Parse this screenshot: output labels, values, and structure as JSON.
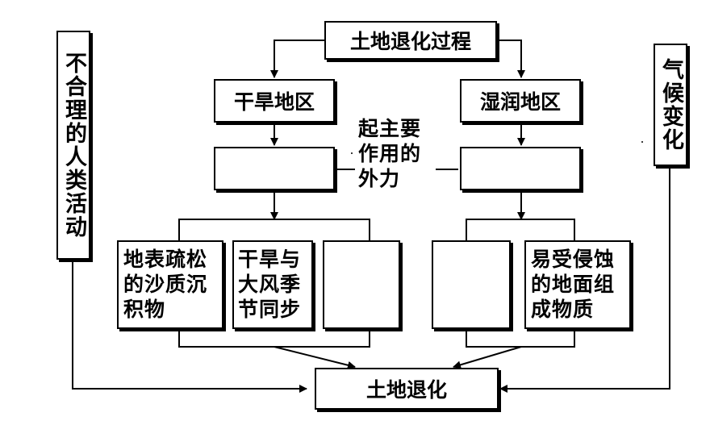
{
  "title": "土地退化过程",
  "regions": {
    "dry": "干旱地区",
    "humid": "湿润地区"
  },
  "blank_dry": "",
  "blank_humid": "",
  "force_label": "起主要\n作用的\n外力",
  "left_factor": "不合理的人类活动",
  "right_factor": "气候变化",
  "dry_conditions": [
    "地表疏松\n的沙质沉\n积物",
    "干旱与\n大风季\n节同步",
    ""
  ],
  "humid_conditions": [
    "",
    "易受侵蚀\n的地面组\n成物质"
  ],
  "result": "土地退化",
  "colors": {
    "line": "#000000",
    "background": "#ffffff"
  }
}
